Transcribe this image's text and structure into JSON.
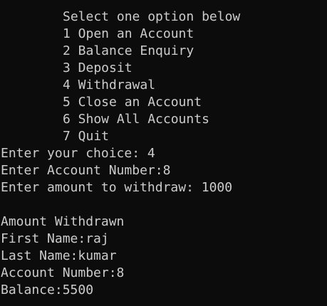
{
  "theme": {
    "background": "#0c0c0c",
    "foreground": "#cccccc"
  },
  "menu": {
    "header": "Select one option below",
    "options": [
      "1 Open an Account",
      "2 Balance Enquiry",
      "3 Deposit",
      "4 Withdrawal",
      "5 Close an Account",
      "6 Show All Accounts",
      "7 Quit"
    ]
  },
  "interaction": {
    "choice_prompt": "Enter your choice: 4",
    "account_prompt": "Enter Account Number:8",
    "amount_prompt": "Enter amount to withdraw: 1000"
  },
  "result": {
    "status": "Amount Withdrawn",
    "first_name": "First Name:raj",
    "last_name": "Last Name:kumar",
    "account_number": "Account Number:8",
    "balance": "Balance:5500"
  }
}
